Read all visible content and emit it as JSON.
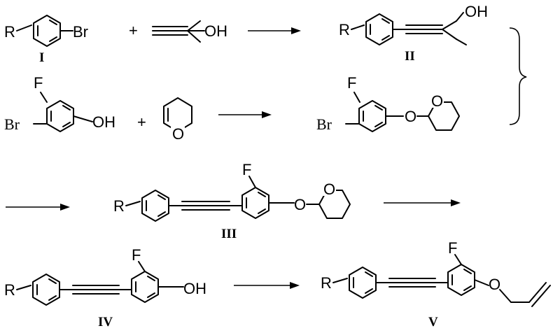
{
  "labels": {
    "R": "R",
    "Br": "Br",
    "OH": "OH",
    "O": "O",
    "F": "F"
  },
  "compounds": {
    "I": "I",
    "II": "II",
    "III": "III",
    "IV": "IV",
    "V": "V"
  },
  "plus": "+"
}
